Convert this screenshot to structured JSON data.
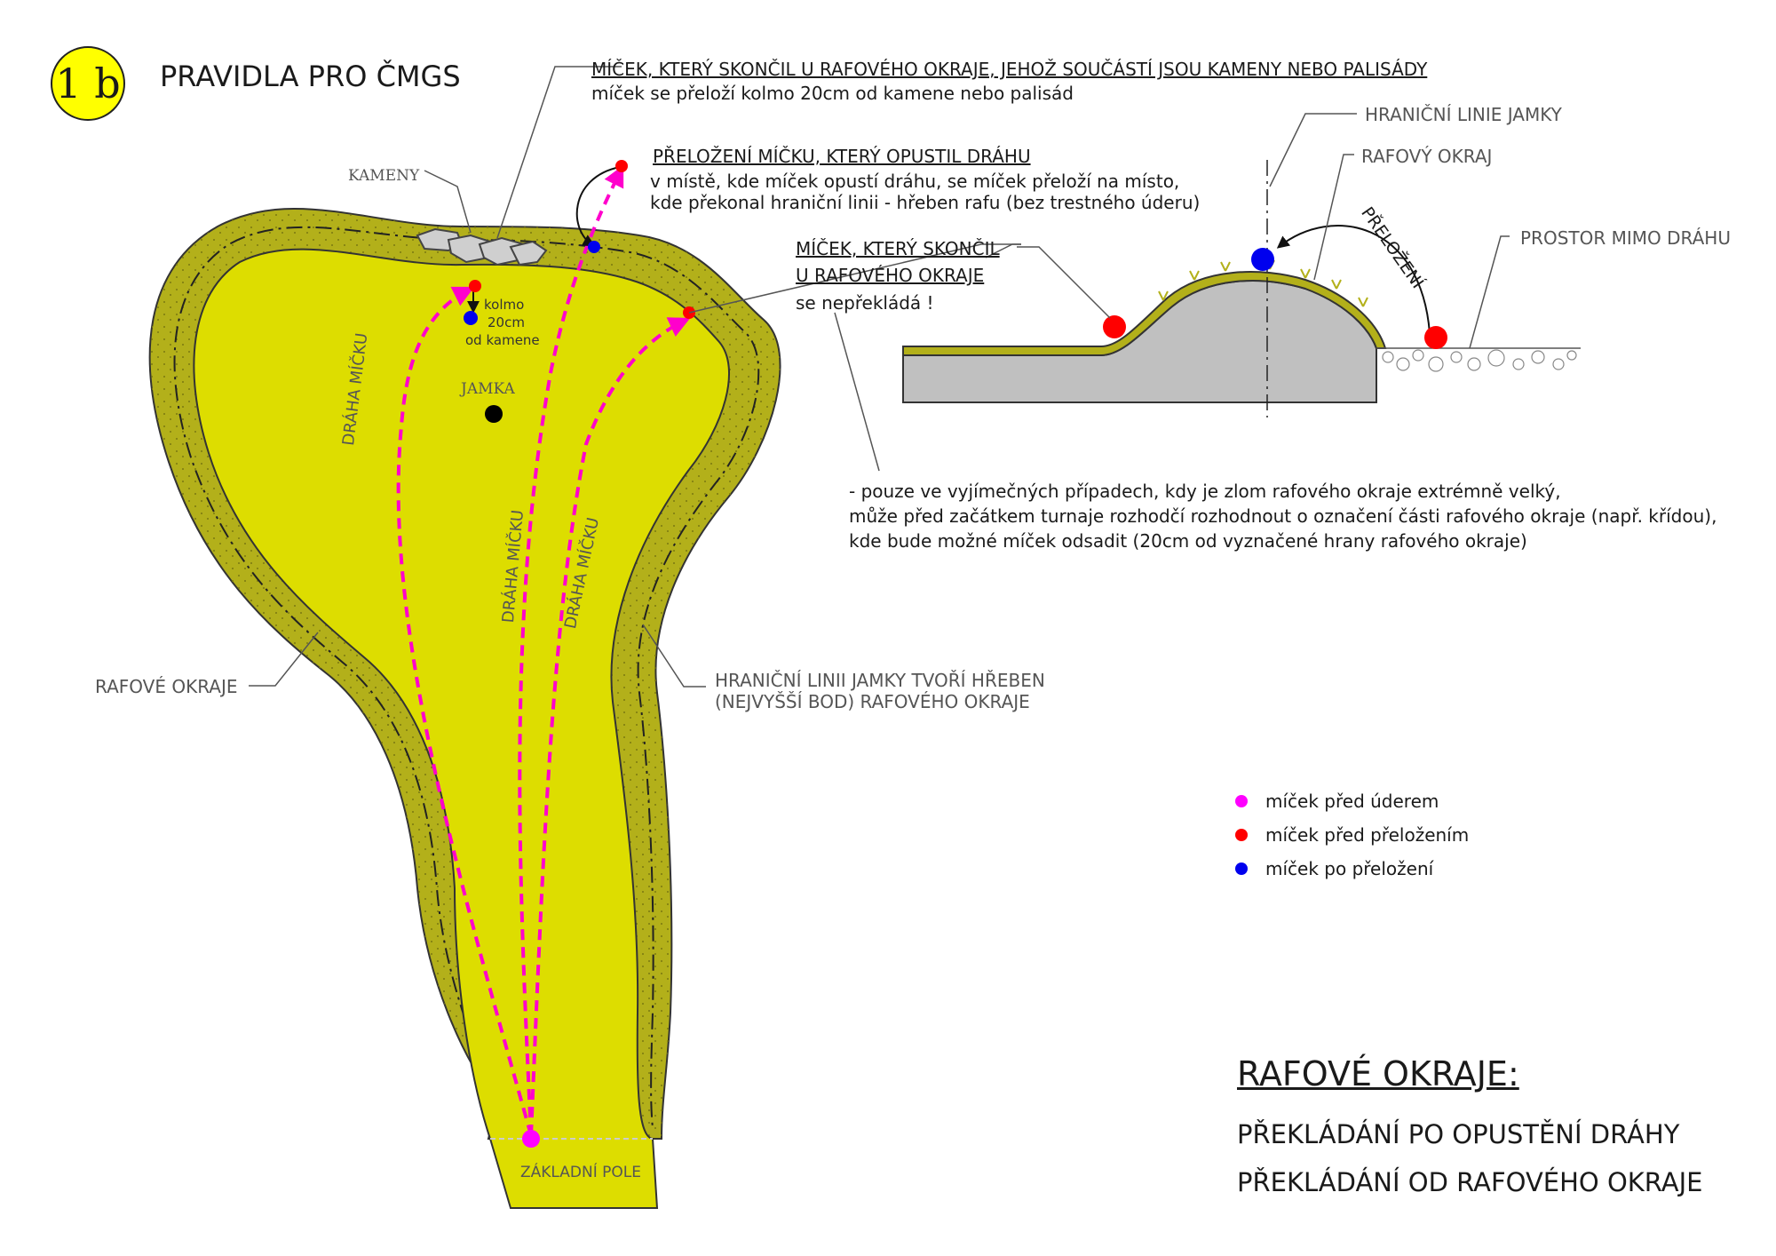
{
  "header": {
    "badge": "1 b",
    "title": "PRAVIDLA PRO ČMGS"
  },
  "course": {
    "kameny": "KAMENY",
    "jamka": "JAMKA",
    "kolmo": [
      "kolmo",
      "20cm",
      "od kamene"
    ],
    "path_label": "DRÁHA MÍČKU",
    "start": "ZÁKLADNÍ POLE",
    "rafove_okraje": "RAFOVÉ OKRAJE",
    "hranicni": [
      "HRANIČNÍ LINII JAMKY TVOŘÍ HŘEBEN",
      "(NEJVYŠŠÍ BOD) RAFOVÉHO OKRAJE"
    ]
  },
  "notes": {
    "stones_title": "MÍČEK, KTERÝ SKONČIL U RAFOVÉHO OKRAJE, JEHOŽ SOUČÁSTÍ JSOU KAMENY NEBO PALISÁDY",
    "stones_text": "míček se přeloží kolmo 20cm od kamene nebo palisád",
    "left_title": "PŘELOŽENÍ MÍČKU, KTERÝ OPUSTIL DRÁHU",
    "left_text": [
      "v místě, kde míček opustí dráhu, se míček přeloží na místo,",
      "kde překonal hraniční linii - hřeben rafu (bez trestného úderu)"
    ],
    "edge_title": [
      "MÍČEK, KTERÝ SKONČIL",
      "U RAFOVÉHO OKRAJE"
    ],
    "edge_text": "se nepřekládá !",
    "exception": [
      "- pouze ve vyjímečných případech, kdy je zlom rafového okraje extrémně velký,",
      "může před začátkem turnaje rozhodčí rozhodnout o označení části rafového okraje (např. křídou),",
      "kde bude možné míček odsadit (20cm od vyznačené hrany rafového okraje)"
    ]
  },
  "section": {
    "hranicni_linie": "HRANIČNÍ LINIE JAMKY",
    "rafovy_okraj": "RAFOVÝ OKRAJ",
    "prelozeni": "PŘELOŽENÍ",
    "prostor": "PROSTOR MIMO DRÁHU"
  },
  "legend": [
    {
      "label": "míček před úderem",
      "color": "#ff00ff"
    },
    {
      "label": "míček před přeložením",
      "color": "#ff0000"
    },
    {
      "label": "míček po přeložení",
      "color": "#0000ee"
    }
  ],
  "footer": {
    "heading": "RAFOVÉ OKRAJE:",
    "line1": "PŘEKLÁDÁNÍ PO OPUSTĚNÍ DRÁHY",
    "line2": "PŘEKLÁDÁNÍ OD RAFOVÉHO OKRAJE"
  },
  "colors": {
    "fairway": "#dddd00",
    "rough": "#b3b01a",
    "path": "#ff00cc",
    "ball_red": "#ff0000",
    "ball_blue": "#0000ee",
    "ground": "#c0c0c0"
  }
}
